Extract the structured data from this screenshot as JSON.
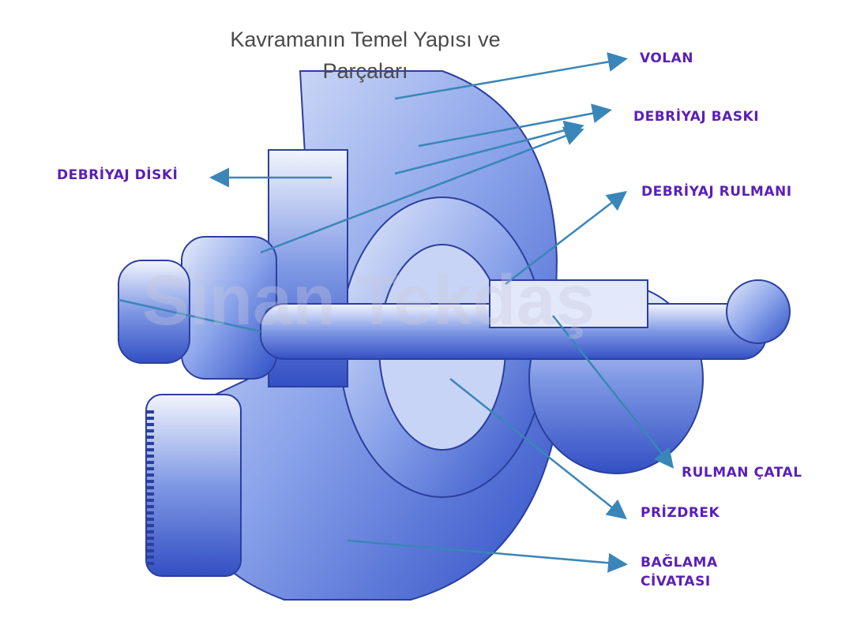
{
  "title": "Kavramanın Temel Yapısı ve Parçaları",
  "watermark": "Sinan Tekdaş",
  "labels": {
    "volan": "VOLAN",
    "debriyaj_baski": "DEBRİYAJ BASKI",
    "debriyaj_diski": "DEBRİYAJ DİSKİ",
    "debriyaj_rulmani": "DEBRİYAJ RULMANI",
    "rulman_catal": "RULMAN ÇATAL",
    "prizdrek": "PRİZDREK",
    "baglama_civatasi_1": "BAĞLAMA",
    "baglama_civatasi_2": "CİVATASI"
  },
  "colors": {
    "label": "#5a1fb8",
    "arrow": "#3a86b8",
    "part": "#3b5fd6"
  }
}
